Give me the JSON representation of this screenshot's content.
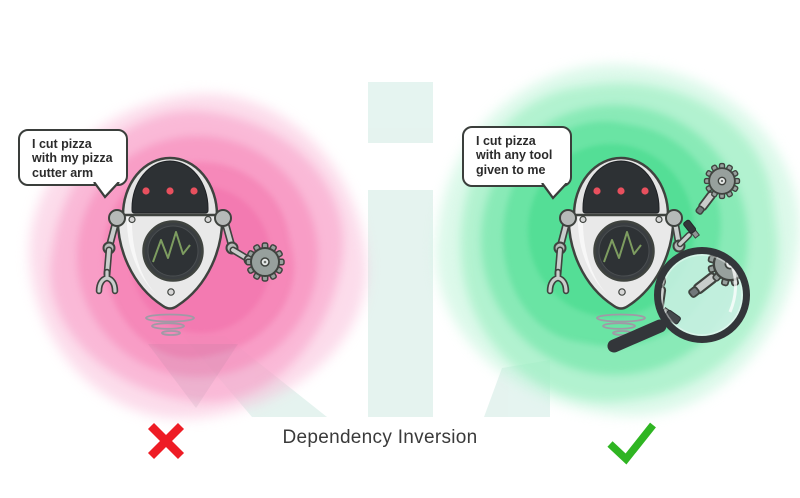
{
  "caption": "Dependency Inversion",
  "left_panel": {
    "bubble_lines": [
      "I cut pizza",
      "with my pizza",
      "cutter arm"
    ],
    "verdict": "wrong",
    "mark_color": "#ee1c25"
  },
  "right_panel": {
    "bubble_lines": [
      "I cut pizza",
      "with any tool",
      "given to me"
    ],
    "verdict": "correct",
    "mark_color": "#2fb522"
  },
  "colors": {
    "pink_blob": "#f48cba",
    "green_blob": "#55dd96",
    "watermark_teal": "#dff1ec",
    "robot_body": "#e9e9e9",
    "robot_outline": "#3f433f",
    "robot_screen": "#2e3235",
    "screen_wave_green": "#7d9c60",
    "head_dots_red": "#e8505e",
    "gear_gray": "#97a09d"
  },
  "icons": {
    "reject": "x-icon",
    "approve": "check-icon",
    "left_robot_attachment": "gear-icon",
    "floating_tool": "pizza-cutter-icon",
    "lens": "magnifier-icon"
  }
}
